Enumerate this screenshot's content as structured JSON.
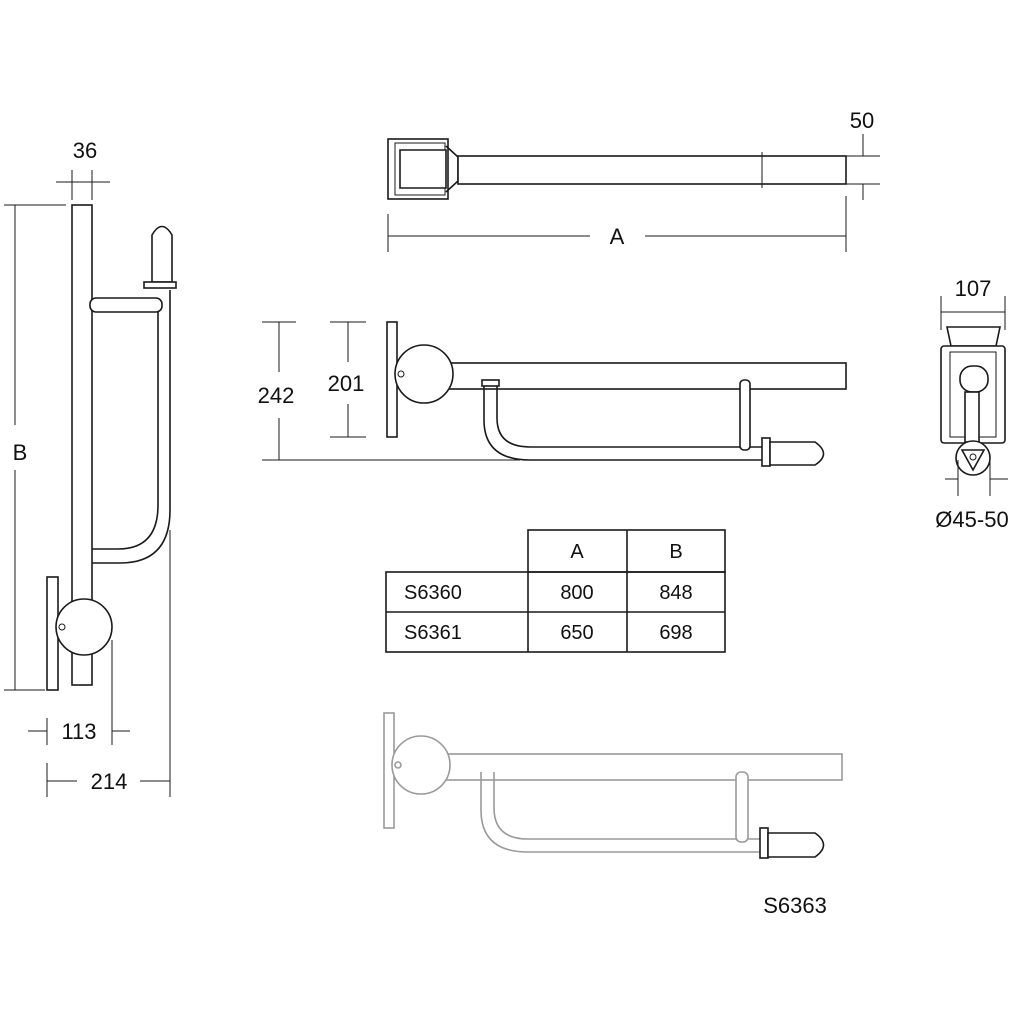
{
  "dimensions": {
    "side_view": {
      "top_width": "36",
      "height": "B",
      "rosette": "113",
      "projection": "214"
    },
    "top_view": {
      "length": "A",
      "tube_diameter": "50"
    },
    "front_view": {
      "overall_height": "242",
      "bar_height": "201"
    },
    "end_view": {
      "width": "107",
      "tube_range": "Ø45-50"
    }
  },
  "table": {
    "headers": [
      "",
      "A",
      "B"
    ],
    "rows": [
      {
        "model": "S6360",
        "a": "800",
        "b": "848"
      },
      {
        "model": "S6361",
        "a": "650",
        "b": "698"
      }
    ]
  },
  "variant_label": "S6363"
}
